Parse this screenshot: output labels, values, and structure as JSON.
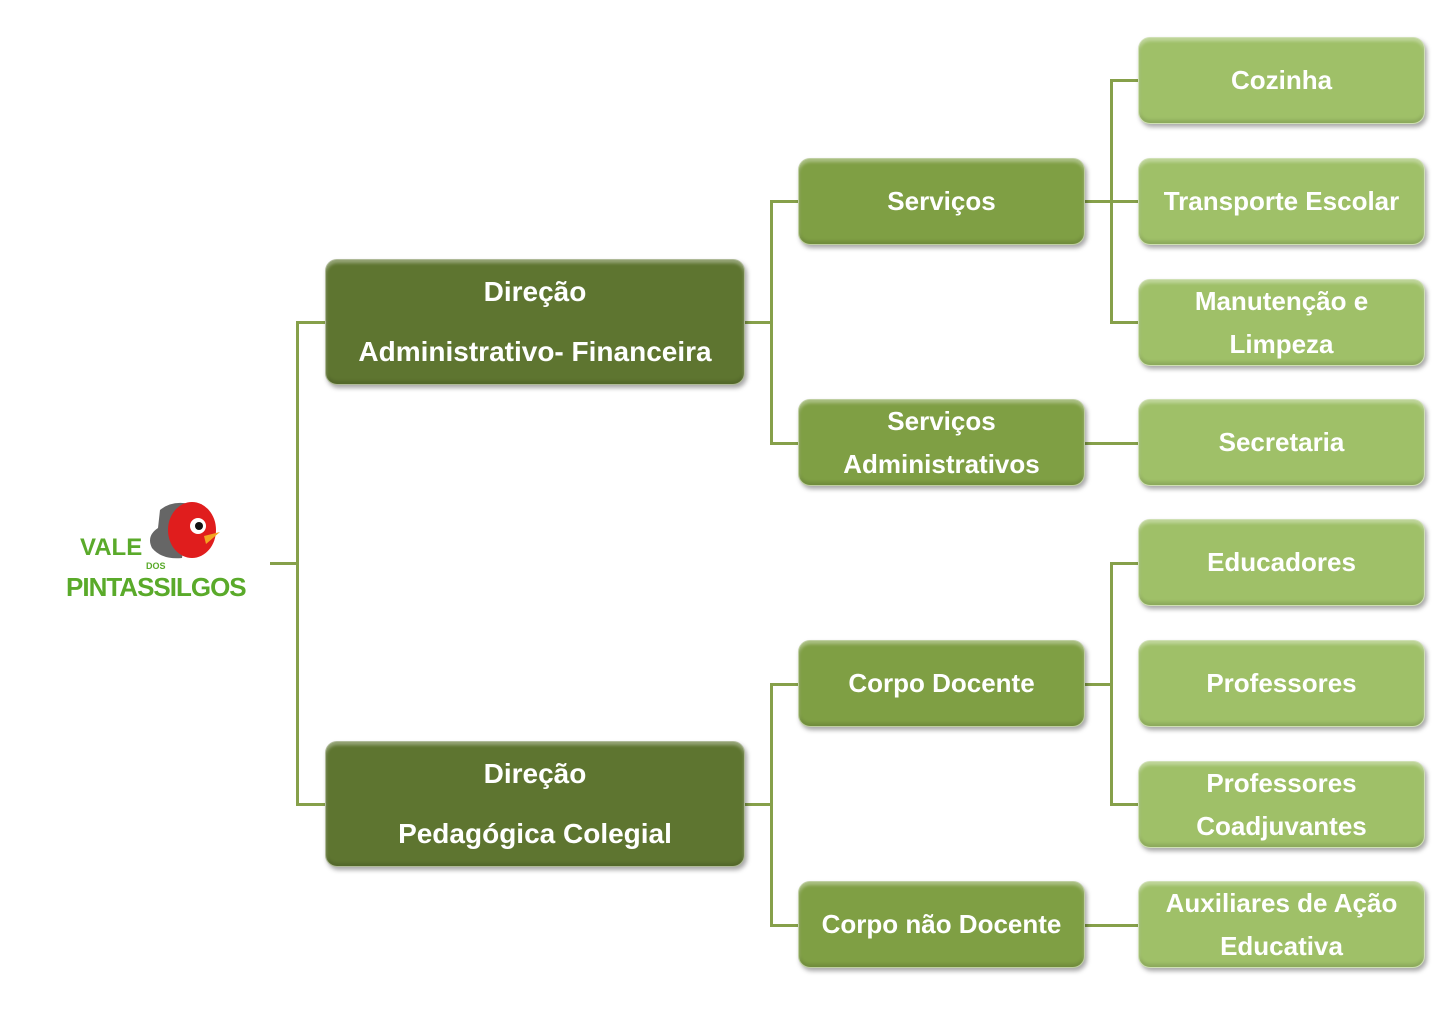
{
  "logo": {
    "line1": "VALE",
    "line2": "DOS",
    "line3": "PINTASSILGOS"
  },
  "level1": [
    {
      "lines": [
        "Direção",
        "Administrativo- Financeira"
      ]
    },
    {
      "lines": [
        "Direção",
        "Pedagógica Colegial"
      ]
    }
  ],
  "level2": [
    {
      "lines": [
        "Serviços"
      ]
    },
    {
      "lines": [
        "Serviços",
        "Administrativos"
      ]
    },
    {
      "lines": [
        "Corpo Docente"
      ]
    },
    {
      "lines": [
        "Corpo não Docente"
      ]
    }
  ],
  "level3": [
    {
      "lines": [
        "Cozinha"
      ]
    },
    {
      "lines": [
        "Transporte Escolar"
      ]
    },
    {
      "lines": [
        "Manutenção e",
        "Limpeza"
      ]
    },
    {
      "lines": [
        "Secretaria"
      ]
    },
    {
      "lines": [
        "Educadores"
      ]
    },
    {
      "lines": [
        "Professores"
      ]
    },
    {
      "lines": [
        "Professores",
        "Coadjuvantes"
      ]
    },
    {
      "lines": [
        "Auxiliares de Ação",
        "Educativa"
      ]
    }
  ],
  "colors": {
    "level1": "#5e7530",
    "level2": "#7f9f44",
    "level3": "#9fc068",
    "connector": "#86a04a"
  }
}
